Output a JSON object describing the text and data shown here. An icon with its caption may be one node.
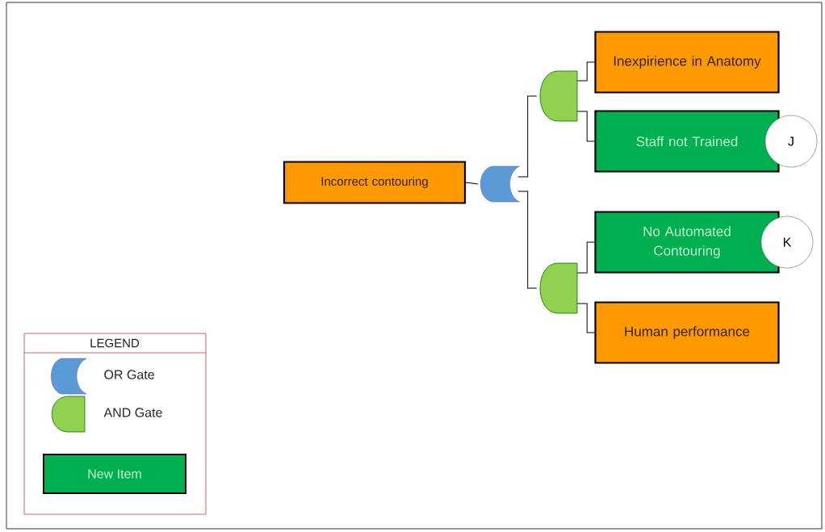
{
  "diagram": {
    "nodes": [
      {
        "text": [
          "Incorrect contouring"
        ]
      },
      {
        "text": [],
        "shape": "crescent"
      },
      {
        "text": [],
        "shape": "semicircle"
      },
      {
        "text": [
          "Inexpirience in Anatomy"
        ]
      },
      {
        "text": [
          "Staff not Trained"
        ]
      },
      {
        "text": [
          "J"
        ]
      },
      {
        "text": [],
        "shape": "semicircle"
      },
      {
        "text": [
          "No Automated Contouring"
        ]
      },
      {
        "text": [
          "K"
        ]
      },
      {
        "text": [
          "Human performance"
        ]
      }
    ],
    "edges": [
      {
        "from": 0,
        "to": 1,
        "arrow": "none"
      },
      {
        "from": 1,
        "to": 2,
        "arrow": "none"
      },
      {
        "from": 1,
        "to": 6,
        "arrow": "none"
      },
      {
        "from": 2,
        "to": 3,
        "arrow": "none"
      },
      {
        "from": 2,
        "to": 4,
        "arrow": "none"
      },
      {
        "from": 6,
        "to": 7,
        "arrow": "none"
      },
      {
        "from": 6,
        "to": 9,
        "arrow": "none"
      }
    ],
    "labels": [
      "LEGEND"
    ],
    "legend": [
      {
        "text": "OR Gate"
      },
      {
        "text": "AND Gate"
      },
      {
        "text": "New Item",
        "color": "#00b050"
      }
    ]
  }
}
